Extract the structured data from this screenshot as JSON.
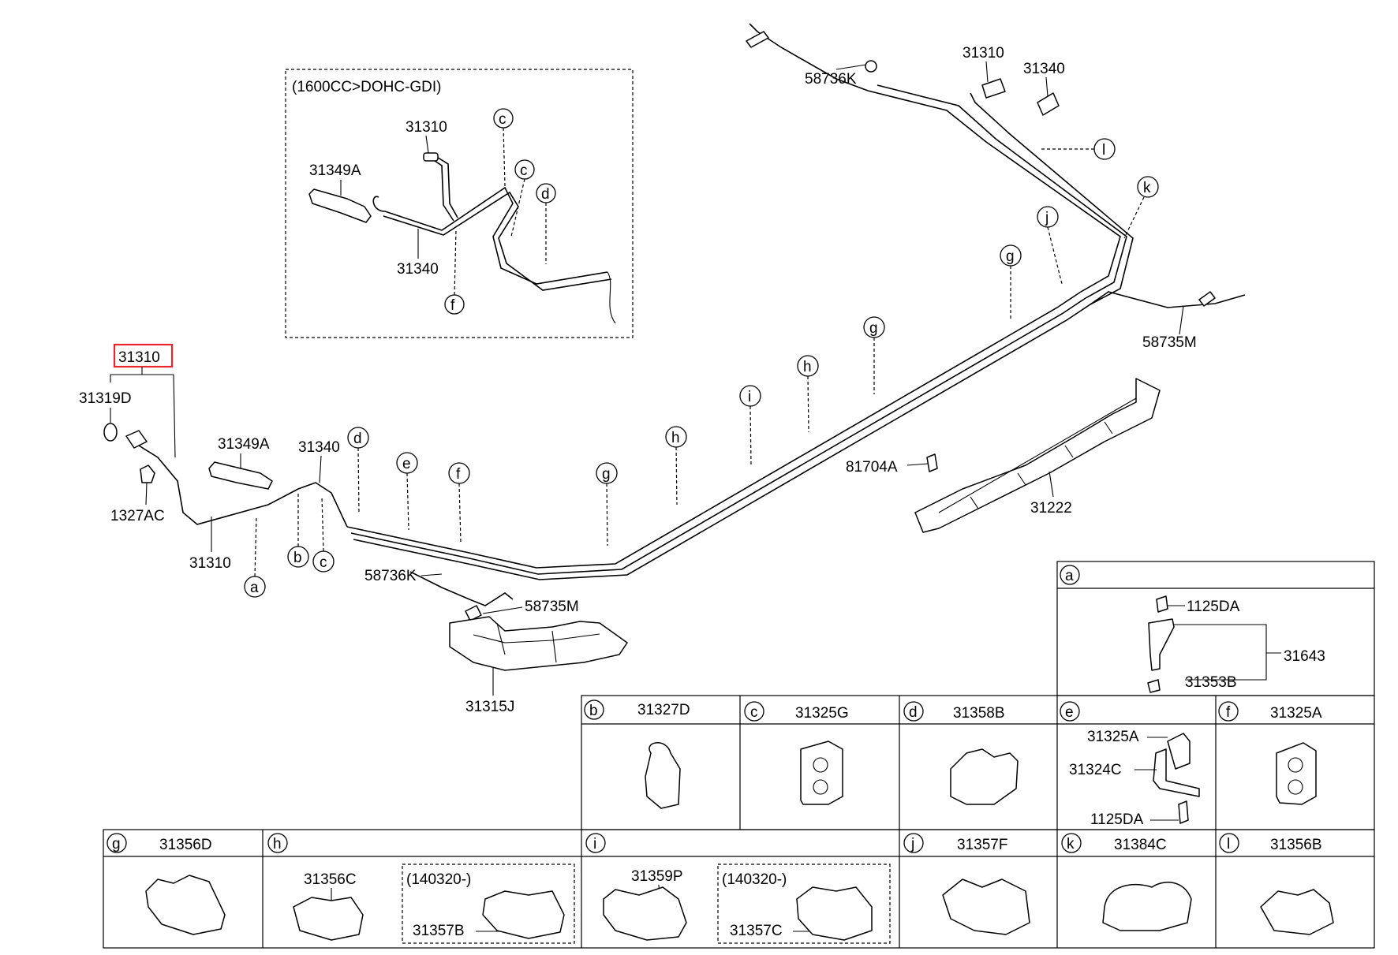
{
  "inset": {
    "title": "(1600CC>DOHC-GDI)",
    "labels": {
      "p31310": "31310",
      "p31349a": "31349A",
      "p31340": "31340"
    },
    "callouts": {
      "c1": "c",
      "c2": "c",
      "d": "d",
      "f": "f"
    }
  },
  "main": {
    "labels": {
      "p31310_top": "31310",
      "p31340_top": "31340",
      "p58736k_top": "58736K",
      "p58735m_right": "58735M",
      "p31310_hl": "31310",
      "p31319d": "31319D",
      "p1327ac": "1327AC",
      "p31310_low": "31310",
      "p31349a": "31349A",
      "p31340": "31340",
      "p58736k_low": "58736K",
      "p58735m_low": "58735M",
      "p31315j": "31315J",
      "p81704a": "81704A",
      "p31222": "31222"
    },
    "callouts": {
      "a": "a",
      "b": "b",
      "c": "c",
      "d": "d",
      "e": "e",
      "f": "f",
      "g1": "g",
      "h1": "h",
      "i": "i",
      "h2": "h",
      "g2": "g",
      "g3": "g",
      "j": "j",
      "k": "k",
      "l": "l"
    }
  },
  "detail_a": {
    "letter": "a",
    "labels": {
      "p1125da": "1125DA",
      "p31643": "31643",
      "p31353b": "31353B"
    }
  },
  "clip_row1": [
    {
      "letter": "b",
      "part": "31327D"
    },
    {
      "letter": "c",
      "part": "31325G"
    },
    {
      "letter": "d",
      "part": "31358B"
    },
    {
      "letter": "e",
      "part": "",
      "sub": [
        "31325A",
        "31324C",
        "1125DA"
      ]
    },
    {
      "letter": "f",
      "part": "31325A"
    }
  ],
  "clip_row2": [
    {
      "letter": "g",
      "part": "31356D"
    },
    {
      "letter": "h",
      "part": "",
      "sub": [
        "31356C",
        "(140320-)",
        "31357B"
      ]
    },
    {
      "letter": "i",
      "part": "",
      "sub": [
        "31359P",
        "(140320-)",
        "31357C"
      ]
    },
    {
      "letter": "j",
      "part": "31357F"
    },
    {
      "letter": "k",
      "part": "31384C"
    },
    {
      "letter": "l",
      "part": "31356B"
    }
  ],
  "colors": {
    "highlight": "#e8262b",
    "ink": "#000000"
  }
}
